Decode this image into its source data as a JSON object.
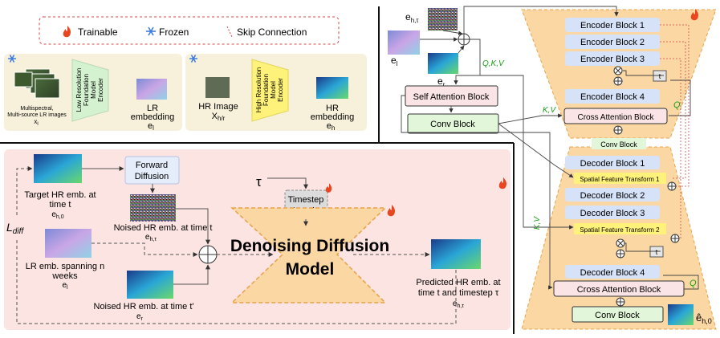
{
  "legend": {
    "trainable": "Trainable",
    "frozen": "Frozen",
    "skip": "Skip Connection"
  },
  "lr_pipeline": {
    "input_line1": "Multispectral,",
    "input_line2": "Multi-source LR images",
    "input_sym": "x",
    "input_sub": "l",
    "encoder_lines": [
      "Low Resolution",
      "Foundation",
      "Model",
      "Encoder"
    ],
    "output_line1": "LR",
    "output_line2": "embedding",
    "output_sym": "e",
    "output_sub": "l"
  },
  "hr_pipeline": {
    "input_line1": "HR Image",
    "input_sym": "X",
    "input_sub": "h/r",
    "encoder_lines": [
      "High Resolution",
      "Foundation",
      "Model",
      "Encoder"
    ],
    "output_line1": "HR",
    "output_line2": "embedding",
    "output_sym": "e",
    "output_sub": "h"
  },
  "diffusion": {
    "loss_sym": "L",
    "loss_sub": "diff",
    "target_line1": "Target HR emb. at",
    "target_line2": "time t",
    "target_sym": "e",
    "target_sub": "h,0",
    "forward_line1": "Forward",
    "forward_line2": "Diffusion",
    "noised_line1": "Noised HR emb. at time t",
    "noised_sym": "e",
    "noised_sub": "h,τ",
    "tau": "τ",
    "timestep_line1": "Timestep",
    "timestep_line2": "Encoder",
    "lr_line1": "LR emb. spanning n",
    "lr_line2": "weeks",
    "lr_sym": "e",
    "lr_sub": "l",
    "noised2_line1": "Noised HR emb. at time t'",
    "noised2_sym": "e",
    "noised2_sub": "r",
    "model_line1": "Denoising Diffusion",
    "model_line2": "Model",
    "pred_line1": "Predicted HR emb. at",
    "pred_line2": "time t and timestep τ",
    "pred_sym": "e",
    "pred_sub": "h,τ"
  },
  "architecture": {
    "e_h_tau_sym": "e",
    "e_h_tau_sub": "h,τ",
    "e_l_sym": "e",
    "e_l_sub": "l",
    "e_r_sym": "e",
    "e_r_sub": "r",
    "qkv": "Q,K,V",
    "self_attention": "Self Attention Block",
    "conv_block": "Conv Block",
    "kv_label": "K,V",
    "kv_vertical": "K,V",
    "q_label": "Q",
    "q_label_bottom": "Q",
    "encoder_blocks": [
      "Encoder Block 1",
      "Encoder Block 2",
      "Encoder Block 3",
      "Encoder Block 4"
    ],
    "cross_attention": "Cross Attention Block",
    "conv_small": "Conv Block",
    "decoder_blocks": [
      "Decoder Block 1",
      "Decoder Block 2",
      "Decoder Block 3",
      "Decoder Block 4"
    ],
    "sft1": "Spatial Feature Transform 1",
    "sft2": "Spatial Feature Transform 2",
    "cross_attention_bottom": "Cross Attention Block",
    "conv_bottom": "Conv Block",
    "t_label": "t",
    "t_label2": "t",
    "out_sym": "ê",
    "out_sub": "h,0"
  },
  "colors": {
    "encoder_green": "#d4f2cf",
    "encoder_yellow": "#fff27a",
    "panel_tan": "#f7f1db",
    "panel_pink": "#fbe4e1",
    "orange_fill": "#fbd7a3",
    "orange_stroke": "#e8a24a",
    "block_blue": "#d6e2f7",
    "block_green": "#e2f6d9",
    "block_pink": "#fbe4e6",
    "flame": "#e8461e",
    "snowflake": "#3d7ce0",
    "label_green": "#16a016"
  }
}
